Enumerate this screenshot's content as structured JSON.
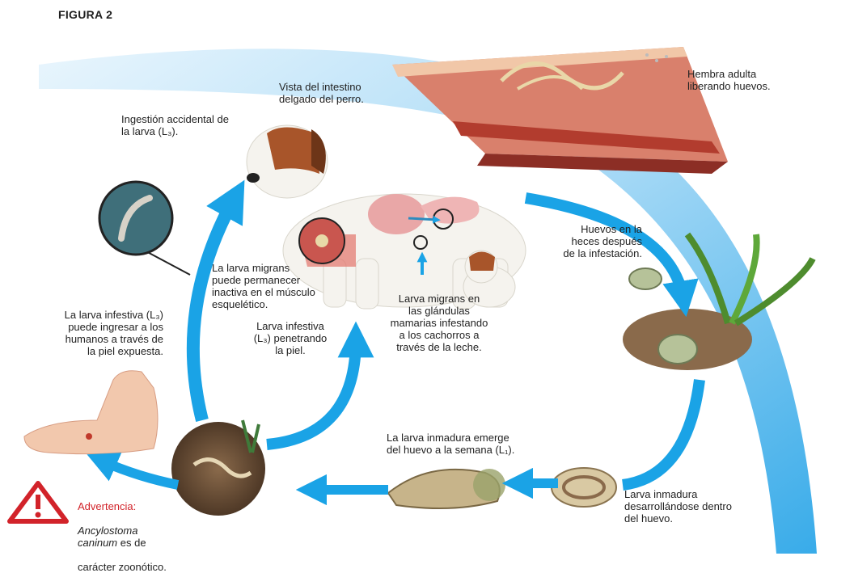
{
  "figure_label": "FIGURA 2",
  "colors": {
    "arrow": "#1aa3e6",
    "warning": "#d2232a",
    "intestine": "#c8604c",
    "soil": "#7a5a3e"
  },
  "labels": {
    "intestine_view": "Vista del intestino\ndelgado del perro.",
    "female_adult": "Hembra adulta\nliberando huevos.",
    "ingestion": "Ingestión accidental de\nla larva (L₃).",
    "eggs_feces": "Huevos en la\nheces después\nde la infestación.",
    "larva_muscle": "La larva migrans\npuede permanecer\ninactiva en el músculo\nesquelético.",
    "larva_mammary": "Larva migrans en\nlas glándulas\nmamarias infestando\na los cachorros a\ntravés de la leche.",
    "larva_human": "La larva infestiva (L₃)\npuede ingresar a los\nhumanos a través de\nla piel expuesta.",
    "larva_skin": "Larva infestiva\n(L₃) penetrando\nla piel.",
    "larva_emerges": "La larva inmadura emerge\ndel huevo a la semana (L₁).",
    "larva_developing": "Larva inmadura\ndesarrollándose dentro\ndel huevo."
  },
  "warning": {
    "title": "Advertencia:",
    "species": "Ancylostoma\ncaninum",
    "text_tail": " es de",
    "text_end": "carácter zoonótico."
  }
}
